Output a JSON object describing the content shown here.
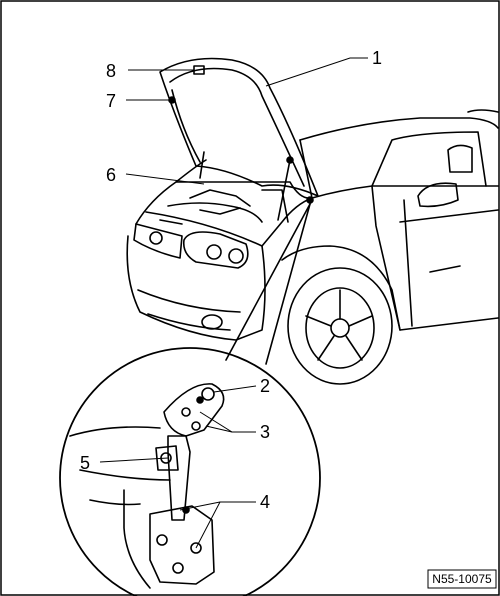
{
  "callouts": {
    "c1": "1",
    "c2": "2",
    "c3": "3",
    "c4": "4",
    "c5": "5",
    "c6": "6",
    "c7": "7",
    "c8": "8"
  },
  "figure_ref": "N55-10075",
  "colors": {
    "ink": "#000000",
    "paper": "#ffffff"
  }
}
